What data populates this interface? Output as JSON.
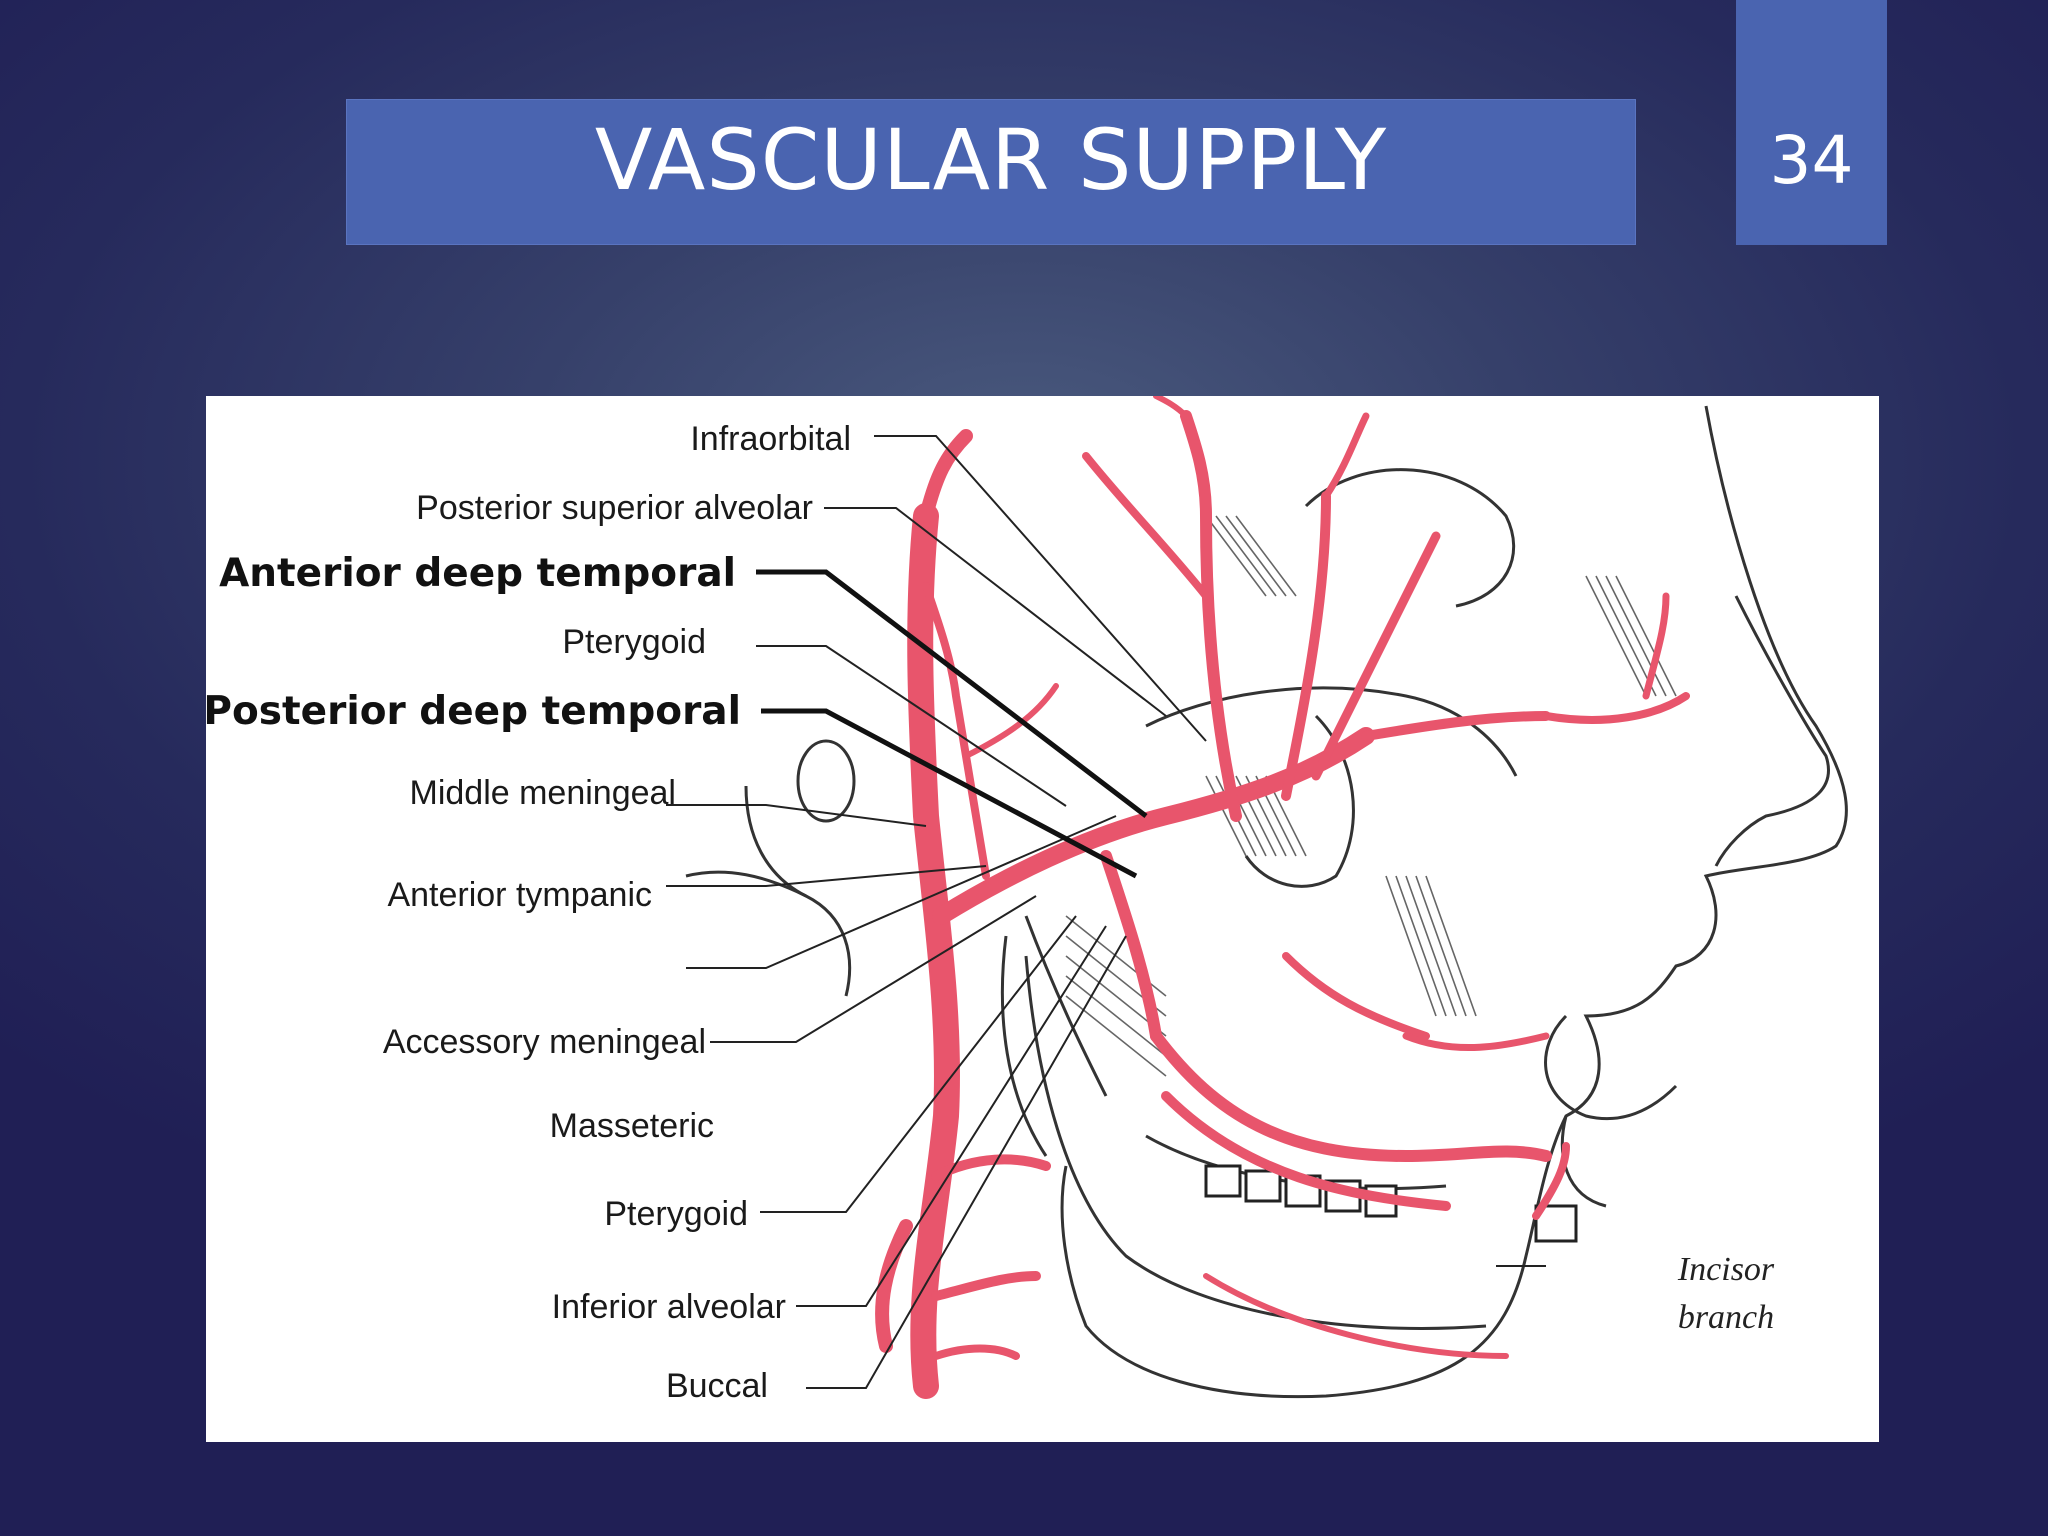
{
  "slide": {
    "title": "VASCULAR SUPPLY",
    "page_number": "34"
  },
  "figure": {
    "labels_left": [
      "Infraorbital",
      "Posterior superior alveolar",
      "Anterior deep temporal",
      "Pterygoid",
      "Posterior deep temporal",
      "Middle meningeal",
      "Anterior tympanic",
      "Accessory meningeal",
      "Masseteric",
      "Pterygoid",
      "Inferior alveolar",
      "Buccal"
    ],
    "labels_right": {
      "incisor": "Incisor",
      "branch": "branch"
    },
    "artery_color": "#e8556c"
  }
}
